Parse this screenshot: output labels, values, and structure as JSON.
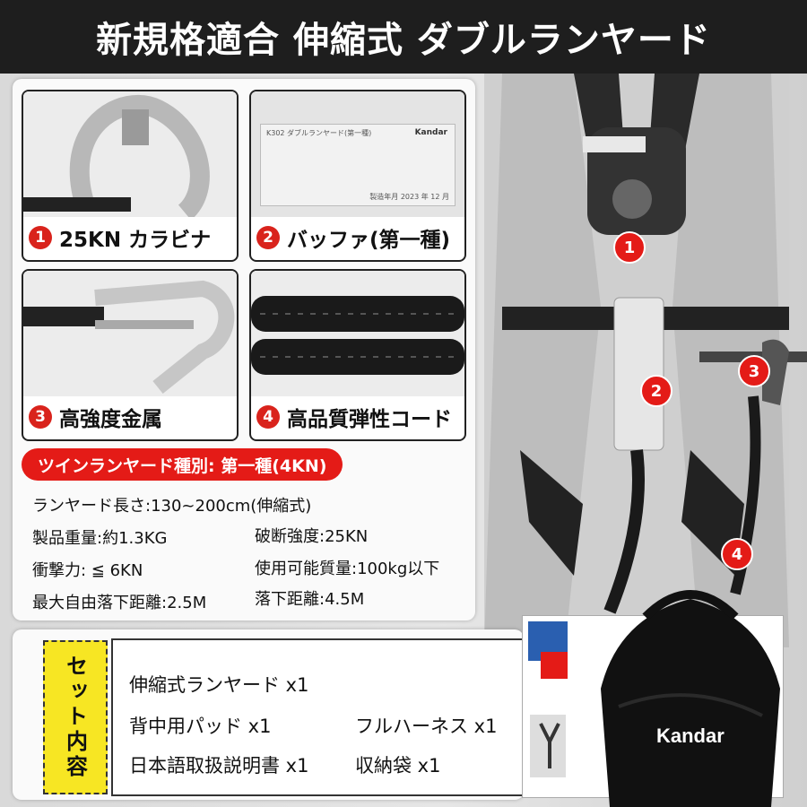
{
  "title": "新規格適合 伸縮式 ダブルランヤード",
  "tiles": [
    {
      "num": "1",
      "label": "25KN カラビナ"
    },
    {
      "num": "2",
      "label": "バッファ(第一種)"
    },
    {
      "num": "3",
      "label": "高強度金属"
    },
    {
      "num": "4",
      "label": "高品質弾性コード"
    }
  ],
  "buffer_label": {
    "line1": "K302 ダブルランヤード(第一種)",
    "brand": "Kandar",
    "date": "製造年月 2023 年 12 月"
  },
  "spec_heading": "ツインランヤード種別: 第一種(4KN)",
  "specs": {
    "length": "ランヤード長さ:130~200cm(伸縮式)",
    "weight": "製品重量:約1.3KG",
    "breaking": "破断強度:25KN",
    "impact": "衝撃力: ≦ 6KN",
    "usable_mass": "使用可能質量:100kg以下",
    "max_free_fall": "最大自由落下距離:2.5M",
    "fall_distance": "落下距離:4.5M"
  },
  "set_label": "セット内容",
  "set_items": {
    "item1": "伸縮式ランヤード x1",
    "item2": "背中用パッド x1",
    "item3": "フルハーネス x1",
    "item4": "日本語取扱説明書 x1",
    "item5": "収納袋 x1"
  },
  "callouts": [
    "1",
    "2",
    "3",
    "4"
  ],
  "bag_brand": "Kandar",
  "colors": {
    "accent": "#e41b17",
    "title_bg": "#1e1e1e",
    "set_label_bg": "#f7e623"
  }
}
